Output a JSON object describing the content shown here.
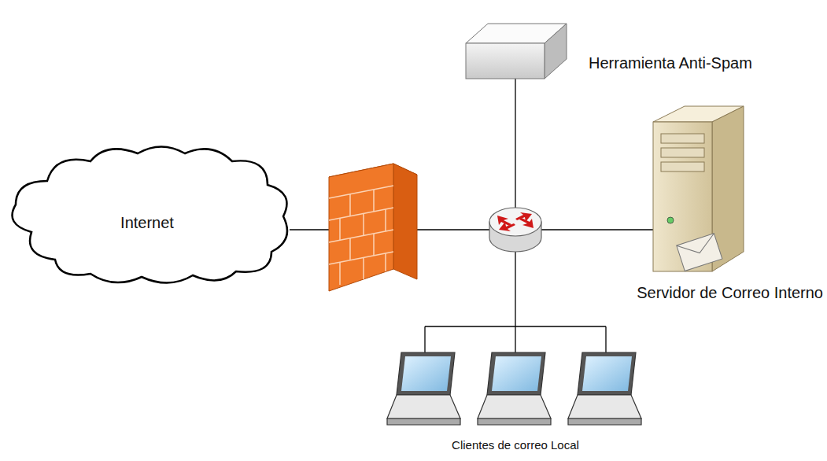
{
  "diagram": {
    "nodes": [
      {
        "text": [
          "Internet"
        ]
      },
      {
        "text": [
          "Herramienta Anti-Spam"
        ]
      },
      {
        "text": [
          "Servidor de Correo Interno"
        ]
      },
      {
        "text": [
          "Clientes de correo Local"
        ]
      }
    ]
  }
}
